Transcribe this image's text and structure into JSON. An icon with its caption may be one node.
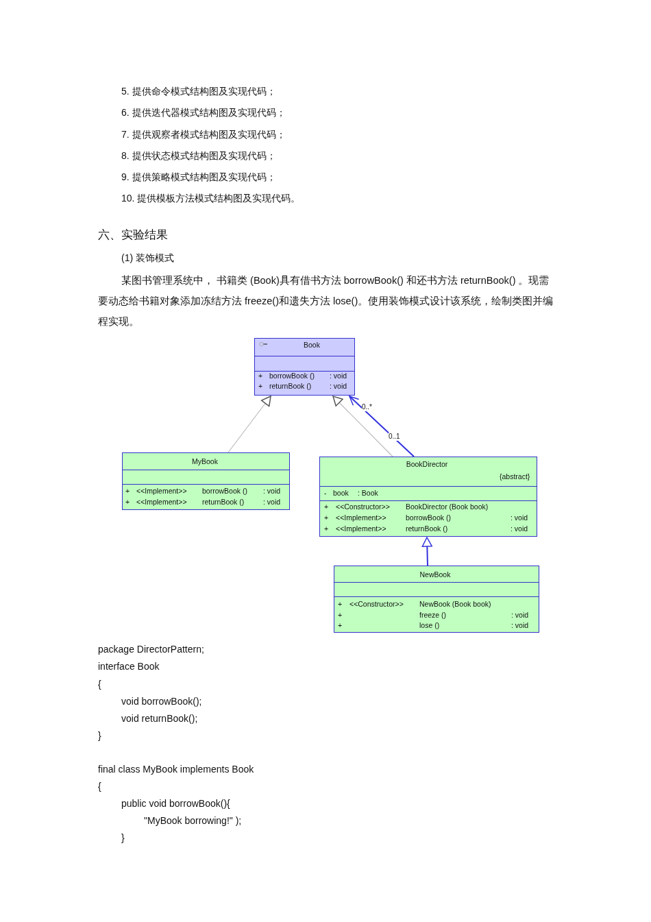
{
  "diagram": {
    "nodes": [
      {
        "text": [
          "Book",
          "+",
          "borrowBook ()",
          ": void",
          "+",
          "returnBook ()",
          ": void"
        ]
      },
      {
        "text": [
          "MyBook",
          "+",
          "<<Implement>>",
          "borrowBook ()",
          ": void",
          "+",
          "<<Implement>>",
          "returnBook ()",
          ": void"
        ]
      },
      {
        "text": [
          "BookDirector",
          "{abstract}",
          "-",
          "book",
          ": Book",
          "+",
          "<<Constructor>>",
          "BookDirector (Book book)",
          "+",
          "<<Implement>>",
          "borrowBook ()",
          ": void",
          "+",
          "<<Implement>>",
          "returnBook ()",
          ": void"
        ]
      },
      {
        "text": [
          "NewBook",
          "+",
          "<<Constructor>>",
          "NewBook (Book book)",
          "+",
          "freeze ()",
          ": void",
          "+",
          "lose ()",
          ": void"
        ]
      }
    ],
    "edges": [
      {
        "from": 1,
        "to": 0,
        "arrow": "to",
        "color": "#bbbbbb"
      },
      {
        "from": 2,
        "to": 0,
        "arrow": "to",
        "color": "#bbbbbb"
      },
      {
        "from": 2,
        "to": 0,
        "arrow": "to",
        "color": "#3333dd"
      },
      {
        "from": 3,
        "to": 2,
        "arrow": "to",
        "color": "#3333dd"
      }
    ],
    "labels": [
      "5. 提供命令模式结构图及实现代码；",
      "6. 提供迭代器模式结构图及实现代码；",
      "7. 提供观察者模式结构图及实现代码；",
      "8. 提供状态模式结构图及实现代码；",
      "9. 提供策略模式结构图及实现代码；",
      "10. 提供模板方法模式结构图及实现代码。",
      "六、实验结果",
      "(1) 装饰模式",
      "某图书管理系统中， 书籍类 (Book)具有借书方法 borrowBook() 和还书方法 returnBook() 。现需要动态给书籍对象添加冻结方法 freeze()和遗失方法 lose()。使用装饰模式设计该系统，绘制类图并编程实现。",
      "0..*",
      "0..1",
      "package DirectorPattern;",
      "interface Book",
      "{",
      "void borrowBook();",
      "void returnBook();",
      "}",
      "final class MyBook implements Book",
      "{",
      "public void borrowBook(){",
      "\"MyBook borrowing!\" );",
      "}"
    ]
  }
}
